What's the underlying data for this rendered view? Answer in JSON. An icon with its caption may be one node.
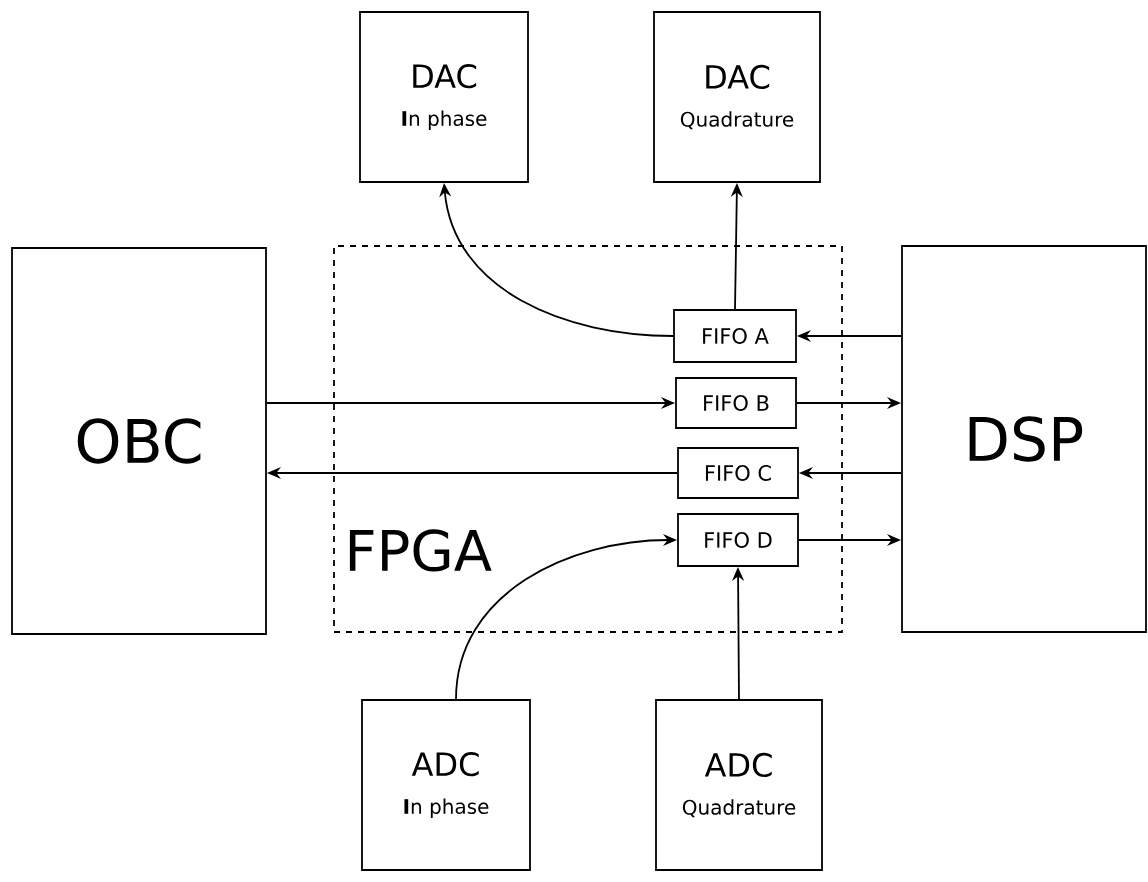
{
  "diagram": {
    "nodes": [
      {
        "text": [
          "DAC",
          "**I**n phase"
        ]
      },
      {
        "text": [
          "DAC",
          "Quadrature"
        ]
      },
      {
        "text": [
          "OBC"
        ]
      },
      {
        "text": [
          "FPGA"
        ]
      },
      {
        "text": [
          "FIFO A"
        ],
        "in": 3
      },
      {
        "text": [
          "FIFO B"
        ],
        "in": 3
      },
      {
        "text": [
          "FIFO C"
        ],
        "in": 3
      },
      {
        "text": [
          "FIFO D"
        ],
        "in": 3
      },
      {
        "text": [
          "DSP"
        ]
      },
      {
        "text": [
          "ADC",
          "**I**n phase"
        ]
      },
      {
        "text": [
          "ADC",
          "Quadrature"
        ]
      }
    ],
    "edges": [
      {
        "from": 4,
        "to": 0,
        "arrow": "to"
      },
      {
        "from": 4,
        "to": 1,
        "arrow": "to"
      },
      {
        "from": 8,
        "to": 4,
        "arrow": "to"
      },
      {
        "from": 2,
        "to": 5,
        "arrow": "to"
      },
      {
        "from": 5,
        "to": 8,
        "arrow": "to"
      },
      {
        "from": 6,
        "to": 2,
        "arrow": "to"
      },
      {
        "from": 8,
        "to": 6,
        "arrow": "to"
      },
      {
        "from": 9,
        "to": 7,
        "arrow": "to"
      },
      {
        "from": 10,
        "to": 7,
        "arrow": "to"
      },
      {
        "from": 7,
        "to": 8,
        "arrow": "to"
      }
    ]
  }
}
